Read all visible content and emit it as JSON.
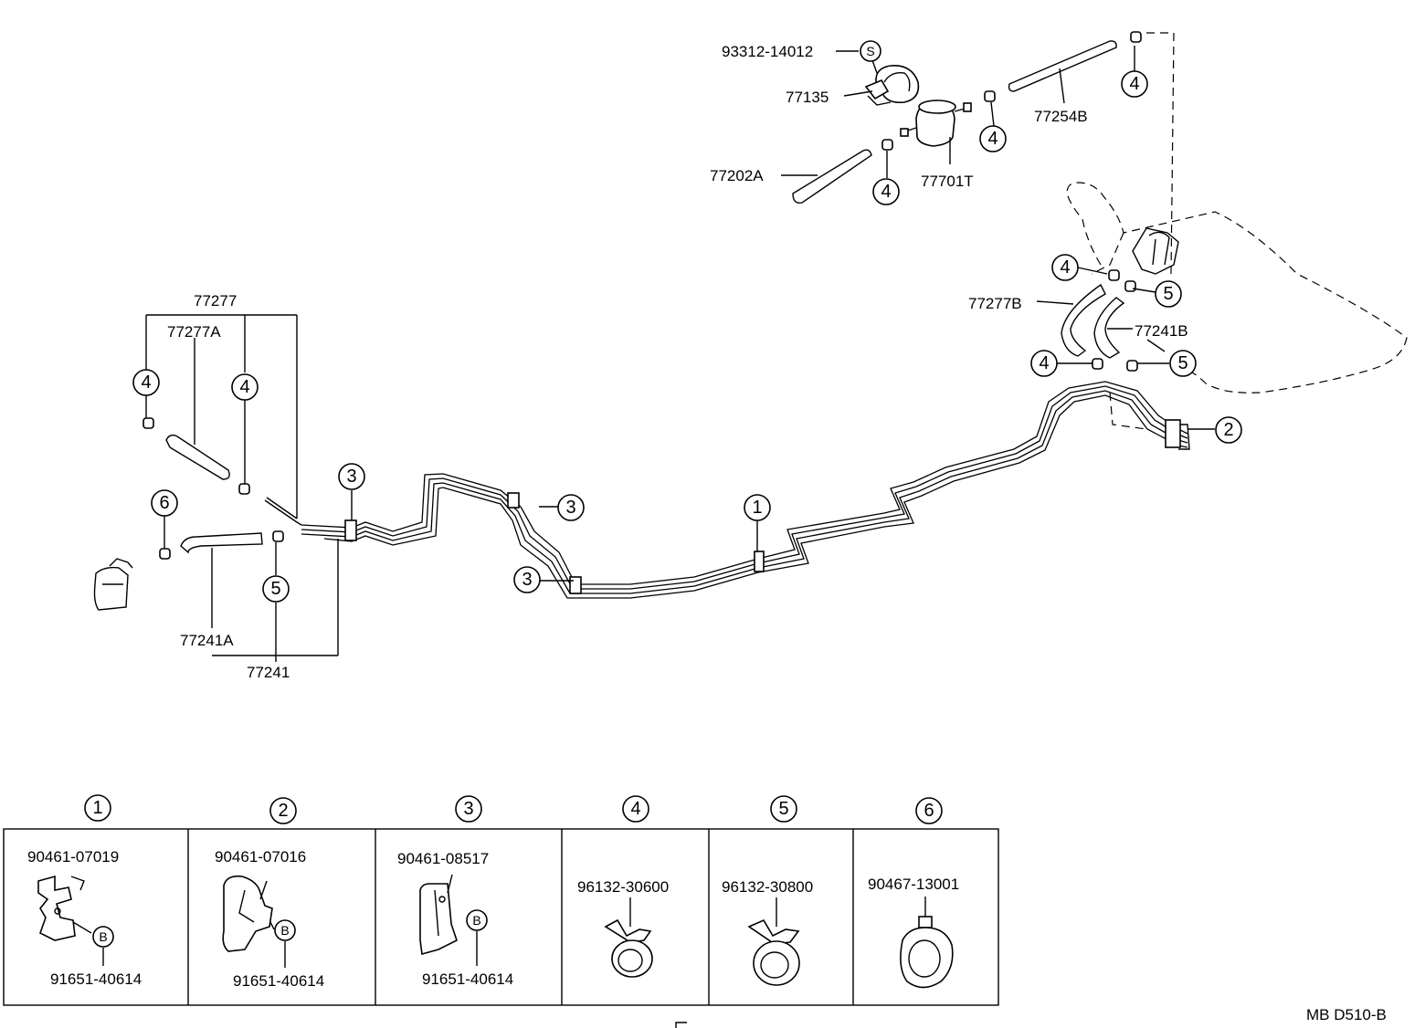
{
  "diagram_id": "MB D510-B",
  "parts": {
    "p93312_14012": "93312-14012",
    "p77135": "77135",
    "p77202A": "77202A",
    "p77701T": "77701T",
    "p77254B": "77254B",
    "p77277": "77277",
    "p77277A": "77277A",
    "p77277B": "77277B",
    "p77241": "77241",
    "p77241A": "77241A",
    "p77241B": "77241B"
  },
  "symbols": {
    "s": "S",
    "b": "B"
  },
  "callouts": {
    "c1": "1",
    "c2": "2",
    "c3": "3",
    "c4": "4",
    "c5": "5",
    "c6": "6"
  },
  "legend": [
    {
      "num": "1",
      "part": "90461-07019",
      "bolt": "91651-40614",
      "bolt_symbol": "B"
    },
    {
      "num": "2",
      "part": "90461-07016",
      "bolt": "91651-40614",
      "bolt_symbol": "B"
    },
    {
      "num": "3",
      "part": "90461-08517",
      "bolt": "91651-40614",
      "bolt_symbol": "B"
    },
    {
      "num": "4",
      "part": "96132-30600"
    },
    {
      "num": "5",
      "part": "96132-30800"
    },
    {
      "num": "6",
      "part": "90467-13001"
    }
  ]
}
